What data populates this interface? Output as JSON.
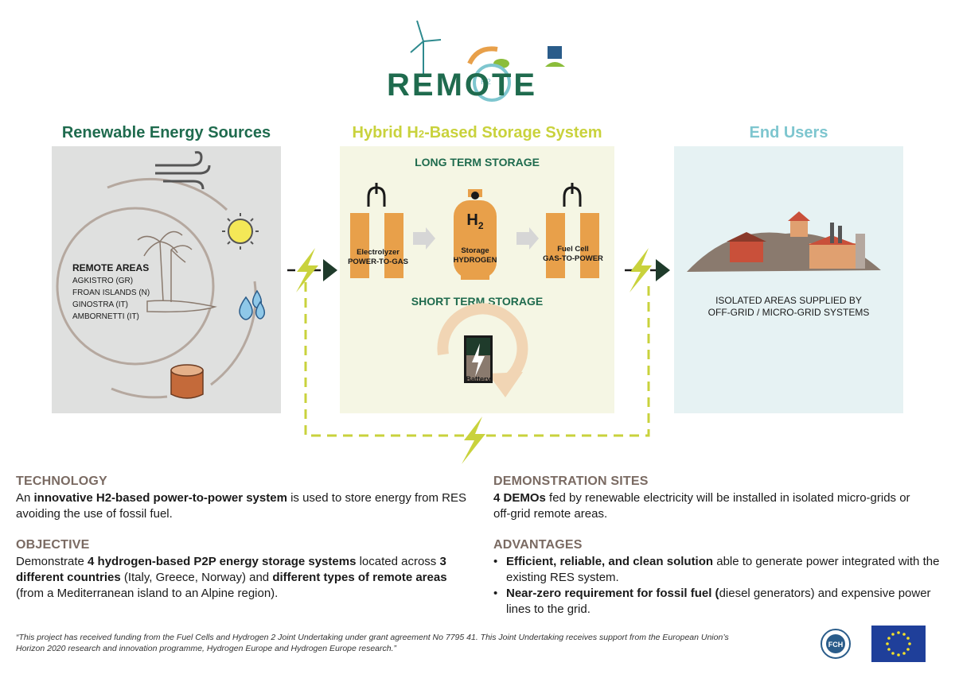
{
  "logo": {
    "text": "REMOTE",
    "badge": "H2"
  },
  "columns": {
    "res_title": "Renewable Energy  Sources",
    "storage_title_pre": "Hybrid H",
    "storage_title_sub": "2",
    "storage_title_post": "-Based Storage System",
    "users_title": "End Users"
  },
  "res_panel": {
    "heading": "REMOTE AREAS",
    "areas": [
      "AGKISTRO (GR)",
      "FROAN ISLANDS (N)",
      "GINOSTRA (IT)",
      "AMBORNETTI (IT)"
    ]
  },
  "storage_panel": {
    "long_term": "LONG TERM STORAGE",
    "short_term": "SHORT TERM STORAGE",
    "electrolyzer_label": "Electrolyzer",
    "electrolyzer_sub": "POWER-TO-GAS",
    "tank_symbol": "H",
    "tank_sub": "2",
    "storage_label": "Storage",
    "storage_sub": "HYDROGEN",
    "fuelcell_label": "Fuel Cell",
    "fuelcell_sub": "GAS-TO-POWER",
    "battery_label": "Battery"
  },
  "users_panel": {
    "caption_line1": "ISOLATED AREAS SUPPLIED BY",
    "caption_line2": "OFF-GRID / MICRO-GRID SYSTEMS"
  },
  "technology": {
    "heading": "TECHNOLOGY",
    "pre": "An ",
    "bold": "innovative H2-based power-to-power system",
    "post": " is used to store energy from RES avoiding the use of fossil fuel."
  },
  "objective": {
    "heading": "OBJECTIVE",
    "t1": "Demonstrate ",
    "b1": "4 hydrogen-based P2P energy storage systems",
    "t2": " located across ",
    "b2": "3 different countries",
    "t3": " (Italy, Greece, Norway) and ",
    "b3": "different types of remote areas",
    "t4": " (from a Mediterranean island to an Alpine region)."
  },
  "demo_sites": {
    "heading": "DEMONSTRATION SITES",
    "bold": "4 DEMOs",
    "post": " fed by renewable electricity will be installed in isolated micro-grids or off-grid remote areas."
  },
  "advantages": {
    "heading": "ADVANTAGES",
    "item1_bold": "Efficient, reliable, and clean solution",
    "item1_post": " able to generate power integrated with the existing RES system.",
    "item2_bold": "Near-zero requirement for fossil fuel (",
    "item2_post": "diesel generators) and expensive power lines to the grid."
  },
  "footnote": {
    "line1": "“This project has received funding from the Fuel Cells and Hydrogen 2 Joint Undertaking under grant agreement No 7795 41. This Joint Undertaking receives support from the European Union’s",
    "line2": "Horizon 2020 research and innovation programme, Hydrogen Europe and Hydrogen Europe research.”"
  },
  "fch_logo_text": "FCH",
  "colors": {
    "green": "#1f6b4e",
    "yellowgreen": "#c9d23c",
    "teal": "#7ec6cf",
    "orange": "#e8a04a",
    "grey_panel": "#dfe0df",
    "cream_panel": "#f5f6e4",
    "blue_panel": "#e6f2f3",
    "heading_brown": "#7a6a62"
  }
}
